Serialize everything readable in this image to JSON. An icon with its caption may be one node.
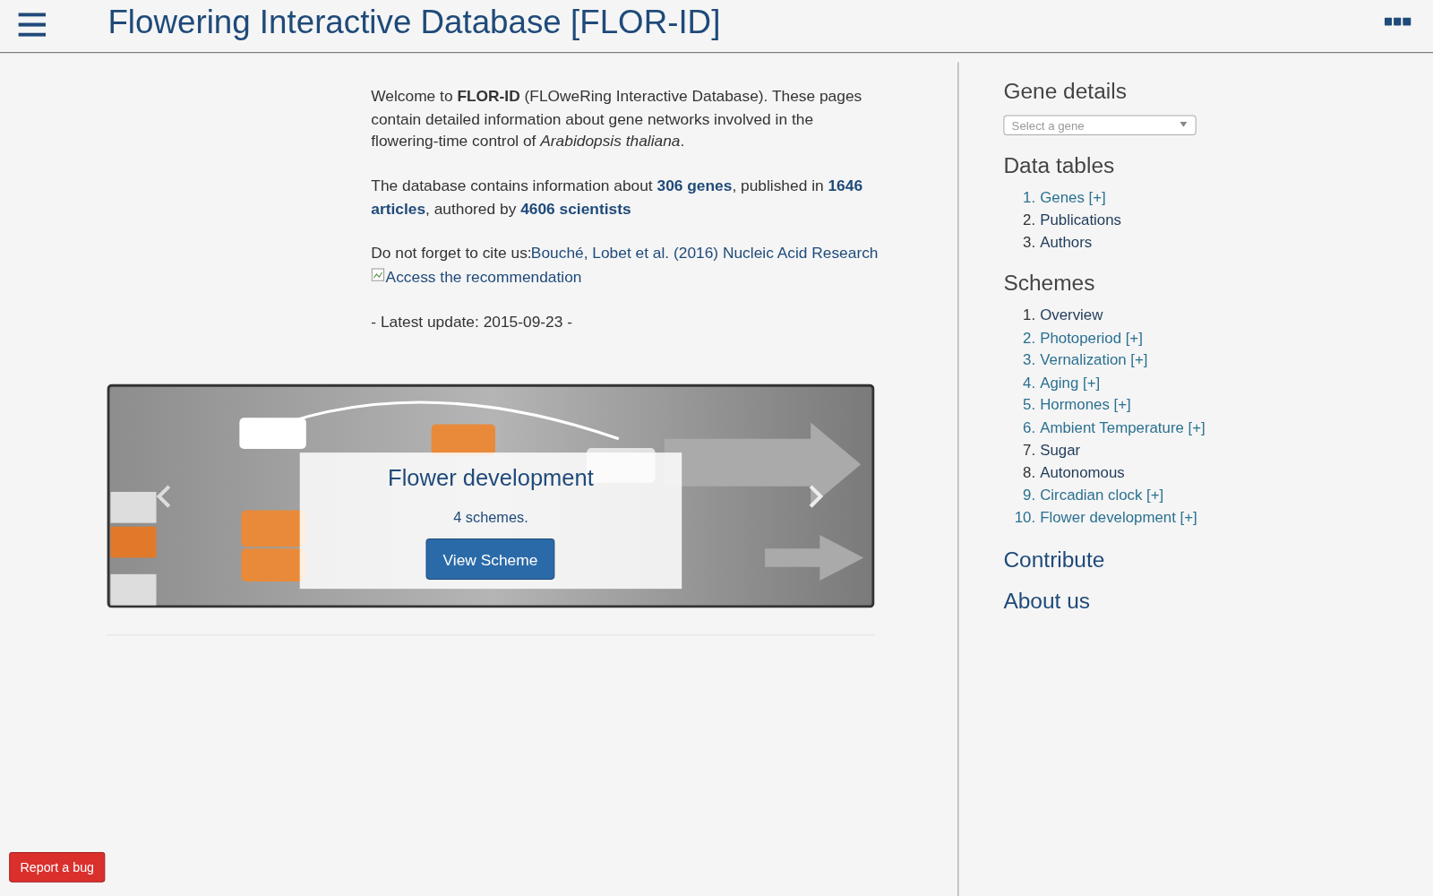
{
  "diagram": {
    "title": "Flowering Interactive Database [FLOR-ID]",
    "labels": [
      "Welcome to **FLOR-ID** (FLOweRing Interactive Database). These pages contain detailed information about gene networks involved in the flowering-time control of *Arabidopsis thaliana*.",
      "The database contains information about **306 genes**, published in **1646 articles**, authored by **4606 scientists**",
      "Do not forget to cite us:",
      "Bouché, Lobet et al. (2016) Nucleic Acid Research",
      "Access the recommendation",
      "- Latest update: 2015-09-23 -",
      "Flower development",
      "4 schemes.",
      "View Scheme",
      "Gene details",
      "Select a gene",
      "Data tables",
      "1.",
      "Genes [+]",
      "2.",
      "Publications",
      "3.",
      "Authors",
      "Schemes",
      "1.",
      "Overview",
      "2.",
      "Photoperiod [+]",
      "3.",
      "Vernalization [+]",
      "4.",
      "Aging [+]",
      "5.",
      "Hormones [+]",
      "6.",
      "Ambient Temperature [+]",
      "7.",
      "Sugar",
      "8.",
      "Autonomous",
      "9.",
      "Circadian clock [+]",
      "10.",
      "Flower development [+]",
      "Contribute",
      "About us",
      "Report a bug"
    ]
  }
}
